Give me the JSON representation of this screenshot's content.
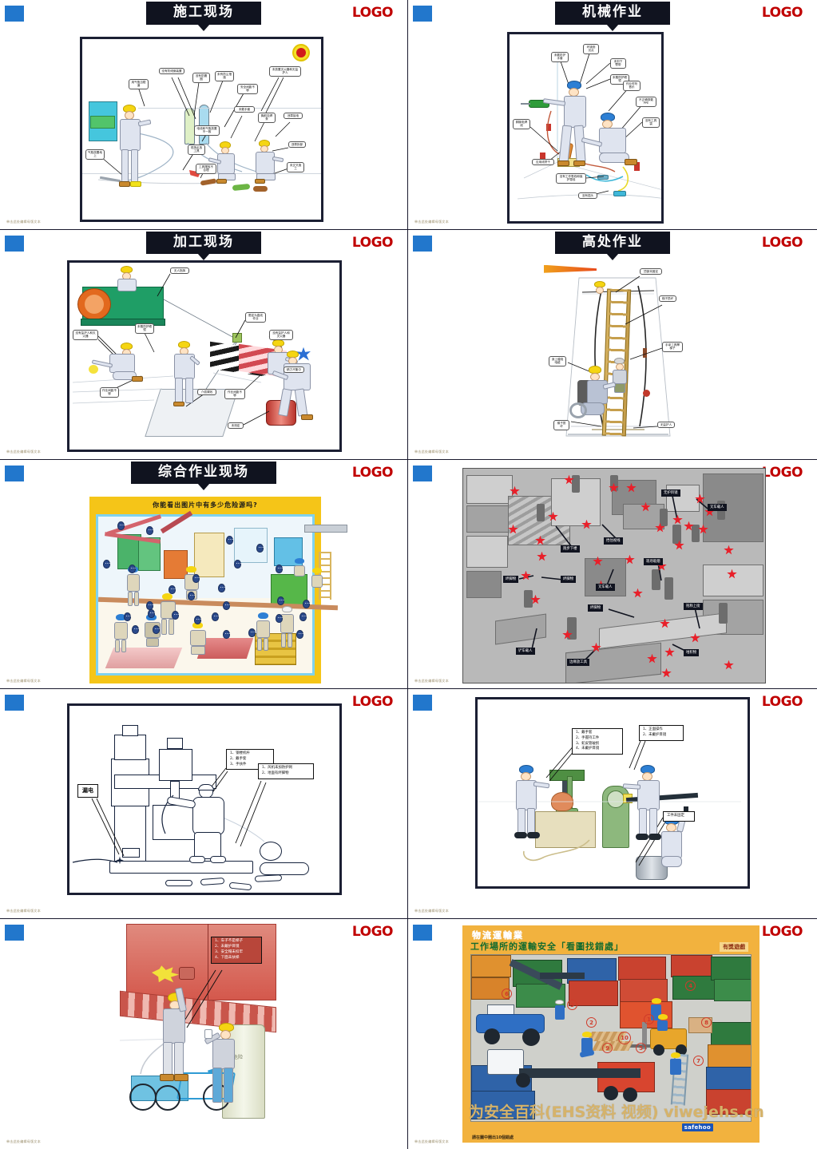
{
  "document": {
    "type": "presentation-thumbnail-grid",
    "columns": 2,
    "rows": 5,
    "logo_text": "LOGO",
    "logo_color": "#c00000",
    "accent_square_color": "#2277cc",
    "title_banner_color": "#10131f",
    "footer_text": "单击此处编辑母版文本"
  },
  "slides": [
    {
      "index": 1,
      "title": "施工现场",
      "logo": "LOGO",
      "footer": "单击此处编辑母版文本",
      "callouts": [
        "用气瓶当辊道",
        "没有防倾倒装置",
        "没有防震圈",
        "未有防尘措施",
        "未放置灭火器和无监护人",
        "安全间距不够",
        "未戴手套",
        "胸前挂焊条",
        "违章接电",
        "电线和气瓶放置不一致",
        "气瓶放置地上",
        "现场乱放工具",
        "工具摆放不合理",
        "违章拆卸",
        "未交叉施工"
      ]
    },
    {
      "index": 2,
      "title": "机械作业",
      "logo": "LOGO",
      "footer": "单击此处编辑母版文本",
      "callouts": [
        "未戴防护手套",
        "环境测试点",
        "未扣下颚带",
        "未戴防护眼镜",
        "作业时听音乐",
        "不正确穿戴PPE",
        "没有工具袋",
        "脚踩电焊线",
        "应用线饼干",
        "没有工作零线和保护零线",
        "没有插头"
      ]
    },
    {
      "index": 3,
      "title": "加工现场",
      "logo": "LOGO",
      "footer": "单击此处编辑母版文本",
      "callouts": [
        "无人指挥",
        "未戴防护眼镜",
        "没有监护人和灭火器",
        "作业间距不够",
        "未戴防护面罩",
        "介弧裸效",
        "限定为直线作业",
        "没有监护人和灭火器",
        "作业间距不够",
        "精力不集中",
        "未测定"
      ]
    },
    {
      "index": 4,
      "title": "高处作业",
      "logo": "LOGO",
      "footer": "单击此处编辑母版文本",
      "callouts": [
        "顶部未固定",
        "梯子损坏",
        "手拿工具攀梯子",
        "身上缠绕电缆",
        "梯子损坏",
        "无监护人"
      ]
    },
    {
      "index": 5,
      "title": "综合作业现场",
      "logo": "LOGO",
      "footer": "单击此处编辑母版文本",
      "poster_heading": "你能看出图片中有多少危险源吗?",
      "poster_bg": "#f5c518",
      "hazard_marker_count": 28
    },
    {
      "index": 6,
      "title": "",
      "logo": "LOGO",
      "footer": "单击此处编辑母版文本",
      "callouts": [
        "无护目镜",
        "叉车载人",
        "挡住视线",
        "跑步下楼",
        "绊脚物",
        "绊脚物",
        "叉车载人",
        "现场吸烟",
        "抱称上街",
        "绊脚物",
        "铲车载人",
        "边缘放工具",
        "堆积物"
      ],
      "star_count": 34
    },
    {
      "index": 7,
      "title": "",
      "logo": "LOGO",
      "footer": "单击此处编辑母版文本",
      "callouts": [
        "漏电",
        "1、钢楼机杆\n2、戴手套\n3、手扶件",
        "1、风机未加防护网\n2、地面有绊脚物"
      ]
    },
    {
      "index": 8,
      "title": "",
      "logo": "LOGO",
      "footer": "单击此处编辑母版文本",
      "callouts": [
        "1、戴手套\n2、手握持工件\n3、蛇皮管破损\n4、未戴护目镜",
        "1、正面操作\n2、未戴护目镜",
        "工件未固定"
      ]
    },
    {
      "index": 9,
      "title": "",
      "logo": "LOGO",
      "footer": "单击此处编辑母版文本",
      "callouts": [
        "1、车子不是梯子\n2、未戴护目镜\n3、安全帽未扣牢\n4、下面未扶梯"
      ],
      "barrel_label": "危险"
    },
    {
      "index": 10,
      "title": "",
      "logo": "LOGO",
      "footer": "单击此处编辑母版文本",
      "poster": {
        "line1": "物流運輸業",
        "line2": "工作場所的運輸安全「看圖找錯處」",
        "badge": "有獎遊戲",
        "bottom": "請在圖中圈出10個錯處",
        "numbers": [
          "1",
          "2",
          "3",
          "4",
          "5",
          "6",
          "7",
          "8",
          "9",
          "10"
        ]
      },
      "watermark": "为安全百科(EHS资料 视频) viwejehs.cn",
      "watermark_brand": "safehoo"
    }
  ]
}
